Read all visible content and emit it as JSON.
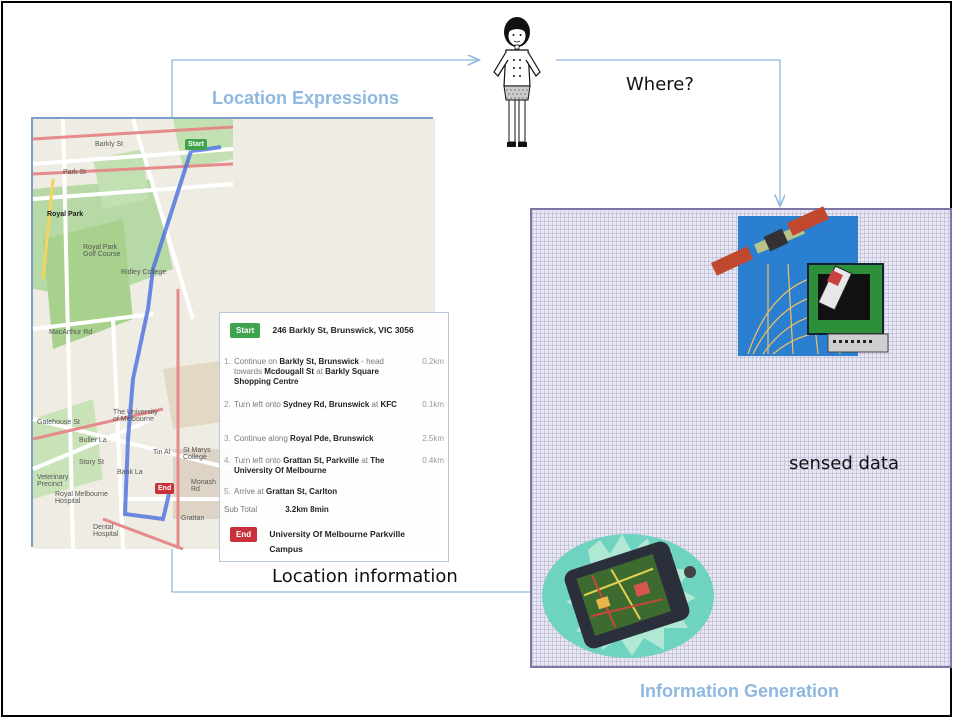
{
  "labels": {
    "location_expressions": "Location Expressions",
    "where": "Where?",
    "sensed_data": "sensed data",
    "location_information": "Location information",
    "information_generation": "Information Generation"
  },
  "directions": {
    "start_badge": "Start",
    "start_address": "246 Barkly St, Brunswick, VIC 3056",
    "steps": [
      {
        "num": "1.",
        "pre": "Continue on ",
        "road": "Barkly St, Brunswick",
        "mid": " - head towards ",
        "road2": "Mcdougall St",
        "mid2": " at ",
        "road3": "Barkly Square Shopping Centre",
        "dist": "0.2km"
      },
      {
        "num": "2.",
        "pre": "Turn left onto ",
        "road": "Sydney Rd, Brunswick",
        "mid": " at ",
        "road2": "KFC",
        "dist": "0.1km"
      },
      {
        "num": "3.",
        "pre": "Continue along ",
        "road": "Royal Pde, Brunswick",
        "dist": "2.5km"
      },
      {
        "num": "4.",
        "pre": "Turn left onto ",
        "road": "Grattan St, Parkville",
        "mid": " at ",
        "road2": "The University Of Melbourne",
        "dist": "0.4km"
      },
      {
        "num": "5.",
        "pre": "Arrive at ",
        "road": "Grattan St, Carlton",
        "dist": ""
      }
    ],
    "subtotal_label": "Sub Total",
    "subtotal_value": "3.2km 8min",
    "end_badge": "End",
    "end_address": "University Of Melbourne Parkville Campus"
  },
  "map_labels": [
    "Barkly St",
    "Park St",
    "Royal Park",
    "Royal Park Golf Course",
    "Ridley College",
    "MacArthur Rd",
    "The University of Melbourne",
    "Tin Al",
    "Bank La",
    "Royal Melbourne Hospital",
    "Monash Rd",
    "Grattan",
    "Story St",
    "Buller La",
    "Gatehouse St",
    "Veterinary Precinct",
    "St Marys College",
    "Dental Hospital"
  ],
  "map_badges": {
    "start": "Start",
    "end": "End"
  },
  "colors": {
    "label_blue": "#8fb8e0",
    "arrow_blue": "#8fb8e0",
    "map_border": "#7b9fc8",
    "gen_border": "#7b78a8",
    "route": "#4a6fe0"
  }
}
